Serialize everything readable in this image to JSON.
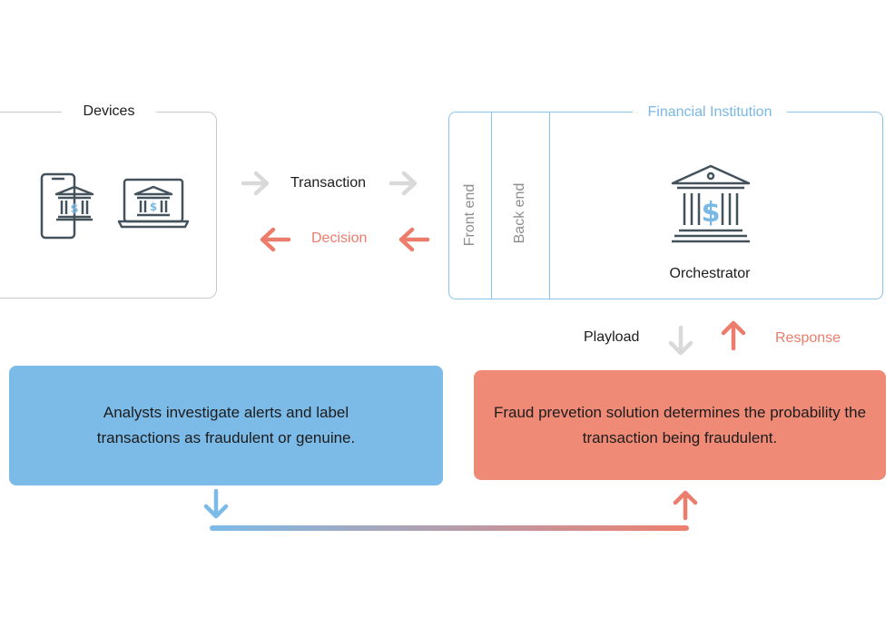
{
  "devices": {
    "title": "Devices",
    "icons": [
      "smartphone-bank-icon",
      "laptop-bank-icon"
    ]
  },
  "flow": {
    "transaction_label": "Transaction",
    "decision_label": "Decision",
    "payload_label": "Playload",
    "response_label": "Response"
  },
  "financial_institution": {
    "title": "Financial Institution",
    "front_end_label": "Front end",
    "back_end_label": "Back end",
    "orchestrator_label": "Orchestrator",
    "icon": "bank-icon"
  },
  "analyst_box": {
    "text": "Analysts investigate alerts and label transactions as fraudulent or genuine."
  },
  "fraud_box": {
    "text": "Fraud prevetion solution determines the probability the transaction being fraudulent."
  },
  "colors": {
    "blue": "#7cbbe8",
    "coral": "#ef8a77",
    "gray_arrow": "#d9d9d9",
    "icon_dark": "#44525c",
    "icon_accent": "#78b8e4"
  }
}
